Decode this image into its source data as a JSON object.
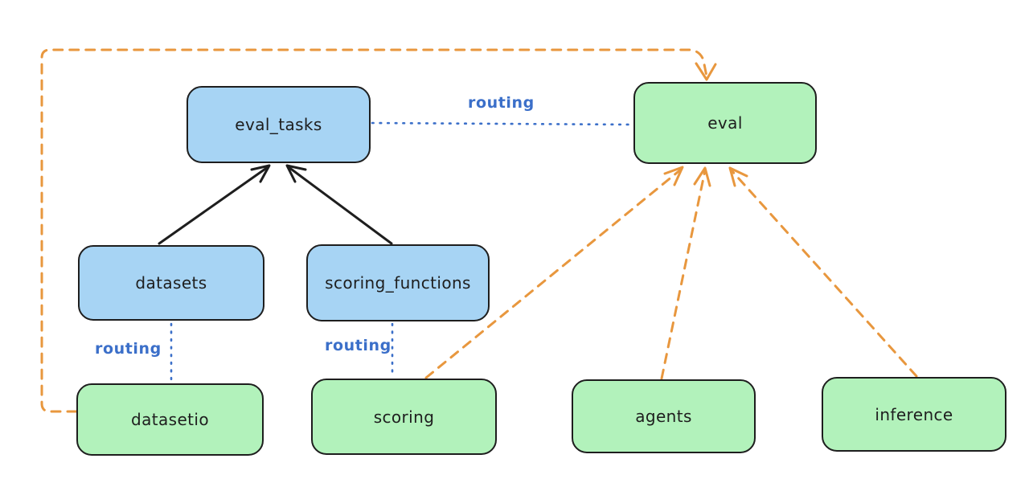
{
  "diagram": {
    "colors": {
      "stroke": "#1e1e1e",
      "api_fill": "#a7d4f4",
      "provider_fill": "#b2f2bb",
      "routing_color": "#3b6fc9",
      "orange": "#e8973e",
      "canvas_bg": "#ffffff"
    },
    "nodes": [
      {
        "id": "eval_tasks",
        "label": "eval_tasks",
        "type": "api"
      },
      {
        "id": "eval",
        "label": "eval",
        "type": "provider"
      },
      {
        "id": "datasets",
        "label": "datasets",
        "type": "api"
      },
      {
        "id": "scoring_functions",
        "label": "scoring_functions",
        "type": "api"
      },
      {
        "id": "datasetio",
        "label": "datasetio",
        "type": "provider"
      },
      {
        "id": "scoring",
        "label": "scoring",
        "type": "provider"
      },
      {
        "id": "agents",
        "label": "agents",
        "type": "provider"
      },
      {
        "id": "inference",
        "label": "inference",
        "type": "provider"
      }
    ],
    "edges": [
      {
        "from": "datasets",
        "to": "eval_tasks",
        "style": "solid-arrow",
        "color": "black",
        "label": ""
      },
      {
        "from": "scoring_functions",
        "to": "eval_tasks",
        "style": "solid-arrow",
        "color": "black",
        "label": ""
      },
      {
        "from": "eval_tasks",
        "to": "eval",
        "style": "dotted",
        "color": "blue",
        "label": "routing"
      },
      {
        "from": "datasets",
        "to": "datasetio",
        "style": "dotted",
        "color": "blue",
        "label": "routing"
      },
      {
        "from": "scoring_functions",
        "to": "scoring",
        "style": "dotted",
        "color": "blue",
        "label": "routing"
      },
      {
        "from": "datasetio",
        "to": "eval",
        "style": "dashed-arrow",
        "color": "orange",
        "label": ""
      },
      {
        "from": "scoring",
        "to": "eval",
        "style": "dashed-arrow",
        "color": "orange",
        "label": ""
      },
      {
        "from": "agents",
        "to": "eval",
        "style": "dashed-arrow",
        "color": "orange",
        "label": ""
      },
      {
        "from": "inference",
        "to": "eval",
        "style": "dashed-arrow",
        "color": "orange",
        "label": ""
      }
    ]
  }
}
